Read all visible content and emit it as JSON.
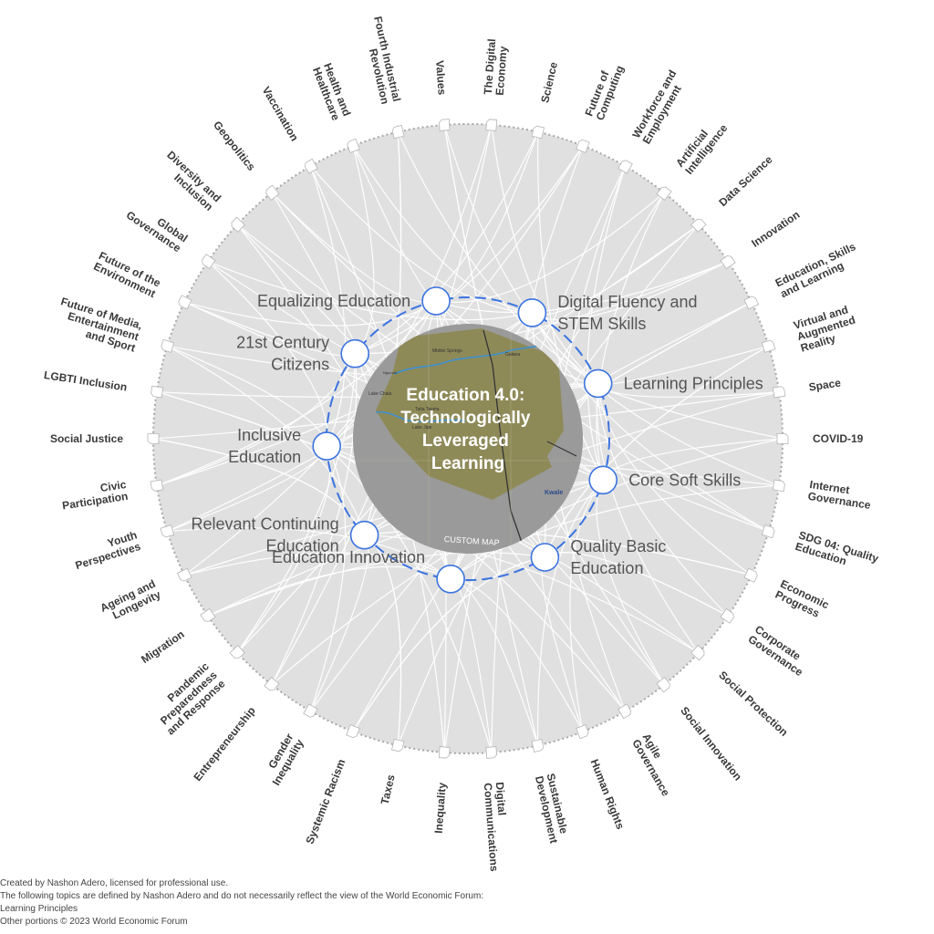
{
  "center": {
    "title_lines": [
      "Education 4.0:",
      "Technologically",
      "Leveraged",
      "Learning"
    ],
    "map_caption": "CUSTOM MAP",
    "map_places": [
      "Mbitini Springs",
      "Galana",
      "Lake Chala",
      "Taita Taveta",
      "Lake Jipe",
      "Kwale",
      "Ngurunit"
    ]
  },
  "inner_nodes": [
    {
      "label_lines": [
        "Equalizing Education"
      ]
    },
    {
      "label_lines": [
        "Digital Fluency and",
        "STEM Skills"
      ]
    },
    {
      "label_lines": [
        "Learning Principles"
      ]
    },
    {
      "label_lines": [
        "Core Soft Skills"
      ]
    },
    {
      "label_lines": [
        "Quality Basic",
        "Education"
      ]
    },
    {
      "label_lines": [
        "Education Innovation"
      ]
    },
    {
      "label_lines": [
        "Relevant Continuing",
        "Education"
      ]
    },
    {
      "label_lines": [
        "Inclusive",
        "Education"
      ]
    },
    {
      "label_lines": [
        "21st Century",
        "Citizens"
      ]
    }
  ],
  "outer_topics": [
    {
      "label_lines": [
        "COVID-19"
      ]
    },
    {
      "label_lines": [
        "Internet",
        "Governance"
      ]
    },
    {
      "label_lines": [
        "SDG 04: Quality",
        "Education"
      ]
    },
    {
      "label_lines": [
        "Economic",
        "Progress"
      ]
    },
    {
      "label_lines": [
        "Corporate",
        "Governance"
      ]
    },
    {
      "label_lines": [
        "Social Protection"
      ]
    },
    {
      "label_lines": [
        "Social Innovation"
      ]
    },
    {
      "label_lines": [
        "Agile",
        "Governance"
      ]
    },
    {
      "label_lines": [
        "Human Rights"
      ]
    },
    {
      "label_lines": [
        "Sustainable",
        "Development"
      ]
    },
    {
      "label_lines": [
        "Digital",
        "Communications"
      ]
    },
    {
      "label_lines": [
        "Inequality"
      ]
    },
    {
      "label_lines": [
        "Taxes"
      ]
    },
    {
      "label_lines": [
        "Systemic Racism"
      ]
    },
    {
      "label_lines": [
        "Gender",
        "Inequality"
      ]
    },
    {
      "label_lines": [
        "Entrepreneurship"
      ]
    },
    {
      "label_lines": [
        "Pandemic",
        "Preparedness",
        "and Response"
      ]
    },
    {
      "label_lines": [
        "Migration"
      ]
    },
    {
      "label_lines": [
        "Ageing and",
        "Longevity"
      ]
    },
    {
      "label_lines": [
        "Youth",
        "Perspectives"
      ]
    },
    {
      "label_lines": [
        "Civic",
        "Participation"
      ]
    },
    {
      "label_lines": [
        "Social Justice"
      ]
    },
    {
      "label_lines": [
        "LGBTI Inclusion"
      ]
    },
    {
      "label_lines": [
        "Future of Media,",
        "Entertainment",
        "and Sport"
      ]
    },
    {
      "label_lines": [
        "Future of the",
        "Environment"
      ]
    },
    {
      "label_lines": [
        "Global",
        "Governance"
      ]
    },
    {
      "label_lines": [
        "Diversity and",
        "Inclusion"
      ]
    },
    {
      "label_lines": [
        "Geopolitics"
      ]
    },
    {
      "label_lines": [
        "Vaccination"
      ]
    },
    {
      "label_lines": [
        "Health and",
        "Healthcare"
      ]
    },
    {
      "label_lines": [
        "Fourth Industrial",
        "Revolution"
      ]
    },
    {
      "label_lines": [
        "Values"
      ]
    },
    {
      "label_lines": [
        "The Digital",
        "Economy"
      ]
    },
    {
      "label_lines": [
        "Science"
      ]
    },
    {
      "label_lines": [
        "Future of",
        "Computing"
      ]
    },
    {
      "label_lines": [
        "Workforce and",
        "Employment"
      ]
    },
    {
      "label_lines": [
        "Artificial",
        "Intelligence"
      ]
    },
    {
      "label_lines": [
        "Data Science"
      ]
    },
    {
      "label_lines": [
        "Innovation"
      ]
    },
    {
      "label_lines": [
        "Education, Skills",
        "and Learning"
      ]
    },
    {
      "label_lines": [
        "Virtual and",
        "Augmented",
        "Reality"
      ]
    },
    {
      "label_lines": [
        "Space"
      ]
    }
  ],
  "footer": {
    "line1": "Created by Nashon Adero, licensed for professional use.",
    "line2": "The following topics are defined by Nashon Adero and do not necessarily reflect the view of the World Economic Forum:",
    "line3": "Learning Principles",
    "line4": "Other portions © 2023 World Economic Forum"
  },
  "colors": {
    "disc": "#e0e0e0",
    "disc_border": "#a8a8a8",
    "links": "#ffffff",
    "dashed_ring": "#3b73e0",
    "node_stroke": "#3b73e0",
    "map_bg": "#9a9a9a",
    "map_region": "#8e8a58",
    "map_river": "#3e8fd0"
  }
}
